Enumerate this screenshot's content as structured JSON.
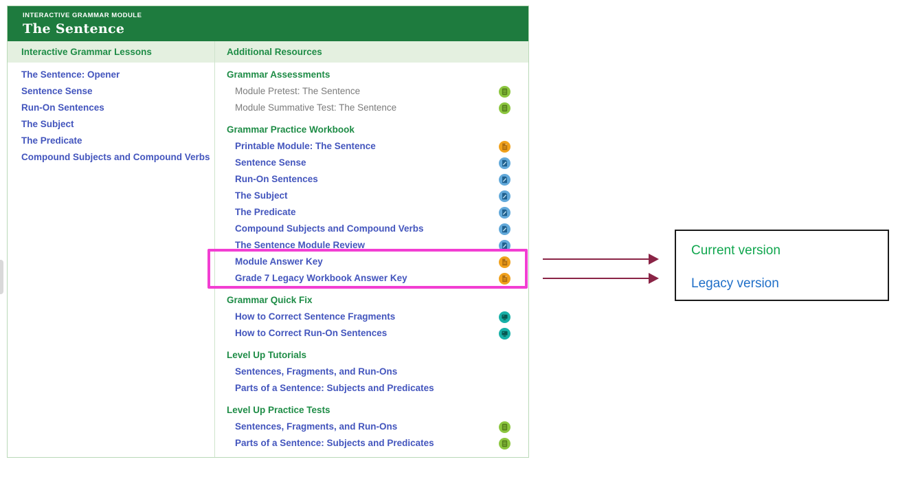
{
  "module": {
    "kicker": "INTERACTIVE GRAMMAR MODULE",
    "title": "The Sentence",
    "lessons_header": "Interactive Grammar Lessons",
    "resources_header": "Additional Resources",
    "lessons": [
      "The Sentence: Opener",
      "Sentence Sense",
      "Run-On Sentences",
      "The Subject",
      "The Predicate",
      "Compound Subjects and Compound Verbs"
    ],
    "resource_sections": [
      {
        "heading": "Grammar Assessments",
        "items": [
          {
            "label": "Module Pretest: The Sentence",
            "icon": "quiz-icon",
            "style": "muted",
            "highlighted": false
          },
          {
            "label": "Module Summative Test: The Sentence",
            "icon": "quiz-icon",
            "style": "muted",
            "highlighted": false
          }
        ]
      },
      {
        "heading": "Grammar Practice Workbook",
        "items": [
          {
            "label": "Printable Module: The Sentence",
            "icon": "pdf-icon",
            "style": "link",
            "highlighted": false
          },
          {
            "label": "Sentence Sense",
            "icon": "worksheet-icon",
            "style": "link",
            "highlighted": false
          },
          {
            "label": "Run-On Sentences",
            "icon": "worksheet-icon",
            "style": "link",
            "highlighted": false
          },
          {
            "label": "The Subject",
            "icon": "worksheet-icon",
            "style": "link",
            "highlighted": false
          },
          {
            "label": "The Predicate",
            "icon": "worksheet-icon",
            "style": "link",
            "highlighted": false
          },
          {
            "label": "Compound Subjects and Compound Verbs",
            "icon": "worksheet-icon",
            "style": "link",
            "highlighted": false
          },
          {
            "label": "The Sentence Module Review",
            "icon": "worksheet-icon",
            "style": "link",
            "highlighted": false
          },
          {
            "label": "Module Answer Key",
            "icon": "pdf-icon",
            "style": "link",
            "highlighted": true
          },
          {
            "label": "Grade 7 Legacy Workbook Answer Key",
            "icon": "pdf-icon",
            "style": "link",
            "highlighted": true
          }
        ]
      },
      {
        "heading": "Grammar Quick Fix",
        "items": [
          {
            "label": "How to Correct Sentence Fragments",
            "icon": "video-icon",
            "style": "link",
            "highlighted": false
          },
          {
            "label": "How to Correct Run-On Sentences",
            "icon": "video-icon",
            "style": "link",
            "highlighted": false
          }
        ]
      },
      {
        "heading": "Level Up Tutorials",
        "items": [
          {
            "label": "Sentences, Fragments, and Run-Ons",
            "icon": "none",
            "style": "link",
            "highlighted": false
          },
          {
            "label": "Parts of a Sentence: Subjects and Predicates",
            "icon": "none",
            "style": "link",
            "highlighted": false
          }
        ]
      },
      {
        "heading": "Level Up Practice Tests",
        "items": [
          {
            "label": "Sentences, Fragments, and Run-Ons",
            "icon": "quiz-icon",
            "style": "link",
            "highlighted": false
          },
          {
            "label": "Parts of a Sentence: Subjects and Predicates",
            "icon": "quiz-icon",
            "style": "link",
            "highlighted": false
          }
        ]
      }
    ]
  },
  "annotation": {
    "current_label": "Current version",
    "legacy_label": "Legacy version"
  },
  "colors": {
    "header_green": "#1e7b3e",
    "band_green": "#e4f0e0",
    "heading_green": "#1e8c46",
    "link_blue": "#4355bd",
    "muted_gray": "#7b7b7b",
    "panel_border": "#b9d9b7",
    "highlight_pink": "#f23ed2",
    "arrow_maroon": "#8a2446",
    "legend_green": "#10a64e",
    "legend_blue": "#1f6fc8",
    "icon_lime": "#8cc63f",
    "icon_lime_dark": "#567f1d",
    "icon_orange": "#f0a11c",
    "icon_orange_dark": "#b06f10",
    "icon_orange_fold": "#e8c280",
    "icon_blue": "#62a9da",
    "icon_blue_dark": "#20618f",
    "icon_blue_light": "#bfe0f2",
    "icon_teal": "#17b0a7",
    "icon_teal_dark": "#085751"
  }
}
